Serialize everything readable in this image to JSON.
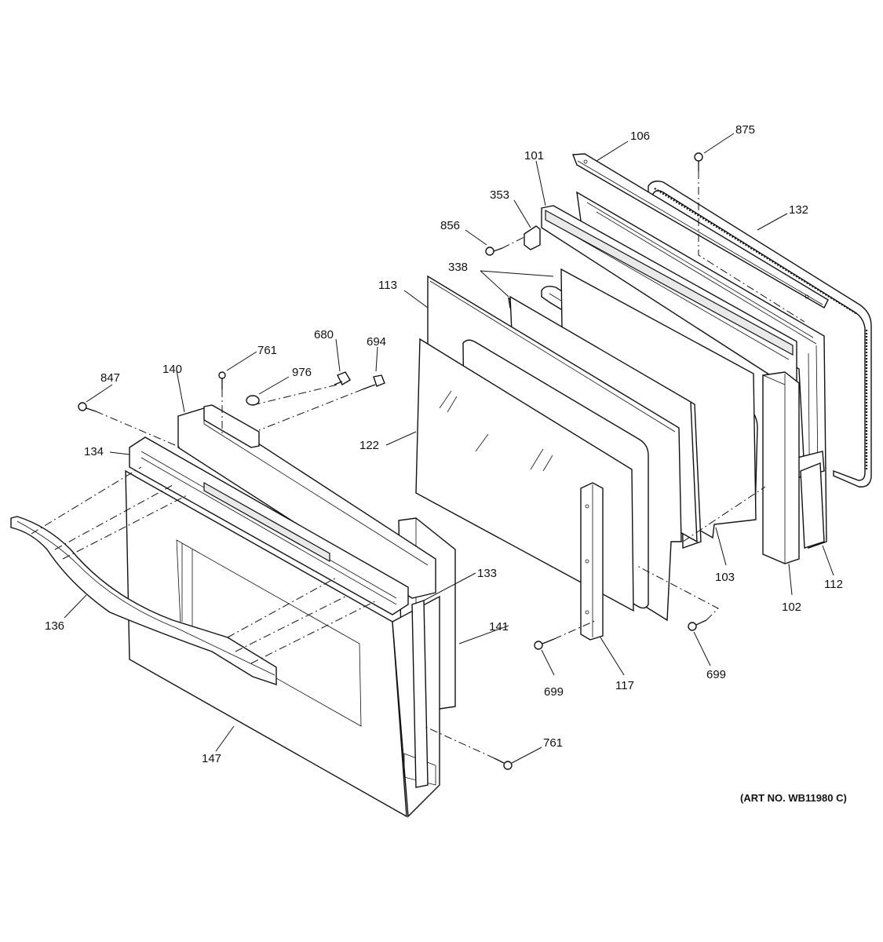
{
  "diagram": {
    "parts": [
      "106",
      "875",
      "101",
      "353",
      "132",
      "856",
      "338",
      "113",
      "680",
      "694",
      "761",
      "140",
      "976",
      "847",
      "122",
      "134",
      "133",
      "141",
      "103",
      "112",
      "102",
      "136",
      "699",
      "117",
      "147"
    ],
    "art_number": "(ART NO. WB11980 C)"
  }
}
